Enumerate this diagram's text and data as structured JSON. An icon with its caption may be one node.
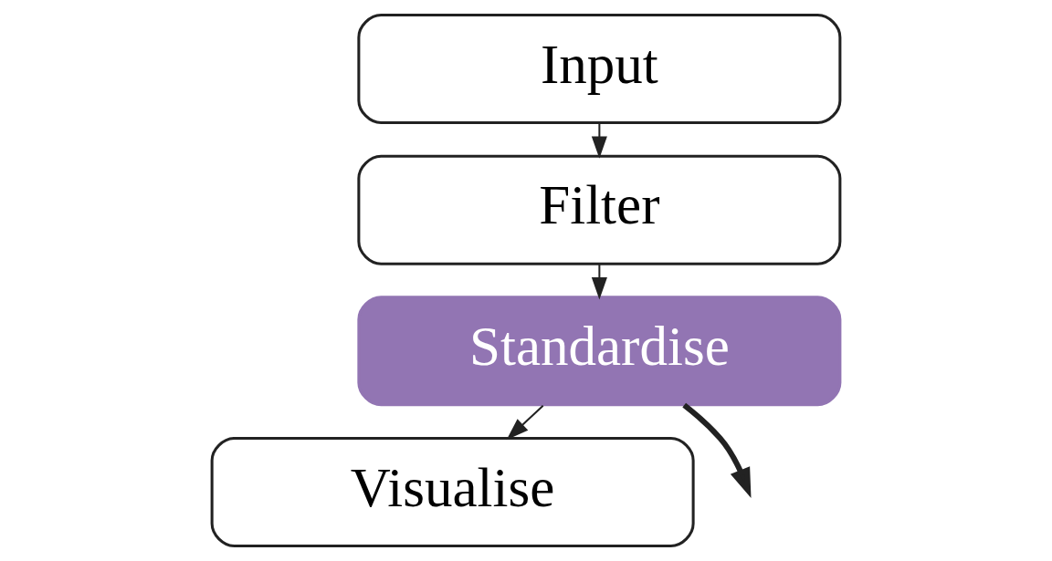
{
  "diagram": {
    "nodes": [
      {
        "text": [
          "Input"
        ]
      },
      {
        "text": [
          "Filter"
        ]
      },
      {
        "text": [
          "Standardise"
        ]
      },
      {
        "text": [
          "Visualise"
        ]
      }
    ],
    "edges": [
      {
        "from": 0,
        "to": 1,
        "arrow": "to"
      },
      {
        "from": 1,
        "to": 2,
        "arrow": "to"
      },
      {
        "from": 2,
        "to": 3,
        "arrow": "to"
      },
      {
        "from": 2,
        "to": null,
        "arrow": "to",
        "style": "thick"
      }
    ]
  }
}
